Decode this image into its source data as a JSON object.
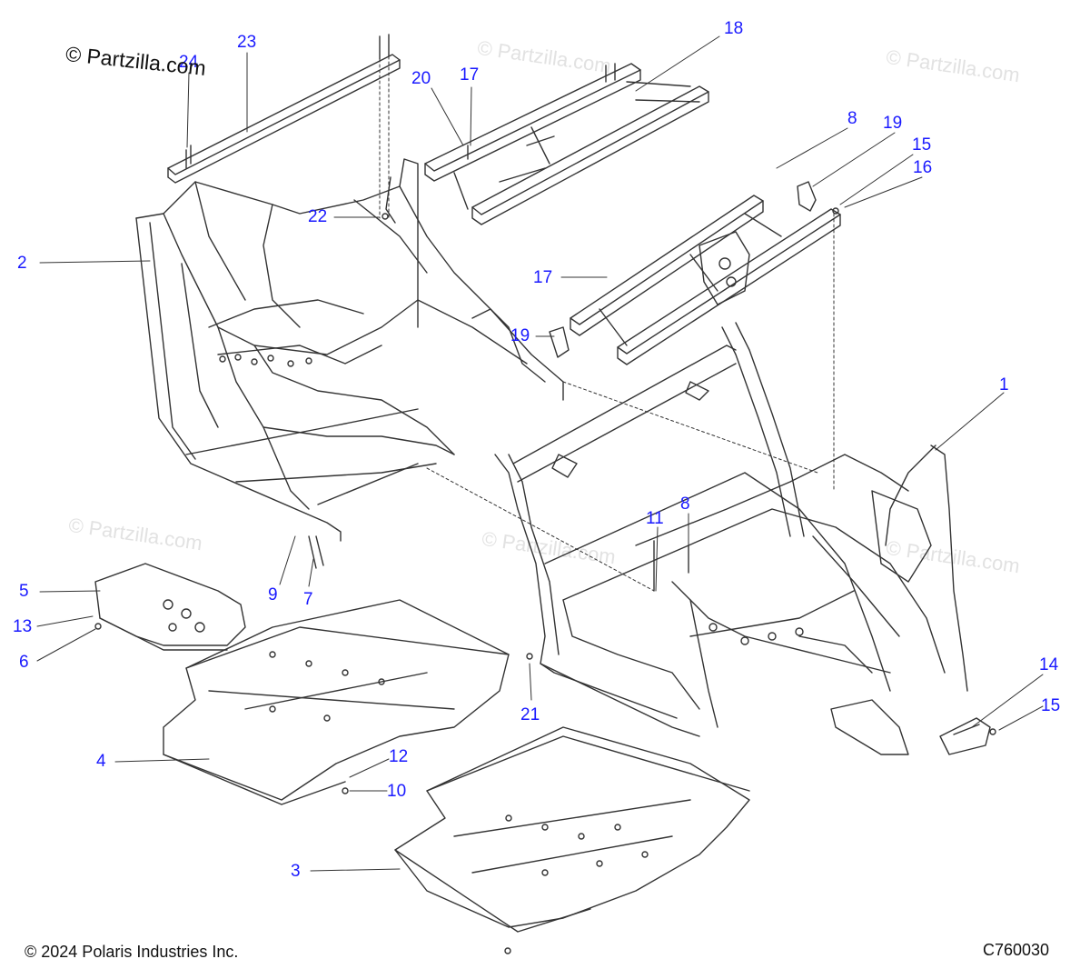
{
  "watermark_brand": "© Partzilla.com",
  "copyright": "© 2024 Polaris Industries Inc.",
  "diagram_code": "C760030",
  "callout_color": "#1a1aff",
  "line_color": "#333333",
  "callouts": [
    {
      "id": "c1",
      "text": "1"
    },
    {
      "id": "c2",
      "text": "2"
    },
    {
      "id": "c3",
      "text": "3"
    },
    {
      "id": "c4",
      "text": "4"
    },
    {
      "id": "c5",
      "text": "5"
    },
    {
      "id": "c6",
      "text": "6"
    },
    {
      "id": "c7",
      "text": "7"
    },
    {
      "id": "c8a",
      "text": "8"
    },
    {
      "id": "c8b",
      "text": "8"
    },
    {
      "id": "c9",
      "text": "9"
    },
    {
      "id": "c10",
      "text": "10"
    },
    {
      "id": "c11",
      "text": "11"
    },
    {
      "id": "c12",
      "text": "12"
    },
    {
      "id": "c13",
      "text": "13"
    },
    {
      "id": "c14",
      "text": "14"
    },
    {
      "id": "c15a",
      "text": "15"
    },
    {
      "id": "c15b",
      "text": "15"
    },
    {
      "id": "c16",
      "text": "16"
    },
    {
      "id": "c17a",
      "text": "17"
    },
    {
      "id": "c17b",
      "text": "17"
    },
    {
      "id": "c18",
      "text": "18"
    },
    {
      "id": "c19a",
      "text": "19"
    },
    {
      "id": "c19b",
      "text": "19"
    },
    {
      "id": "c20",
      "text": "20"
    },
    {
      "id": "c21",
      "text": "21"
    },
    {
      "id": "c22",
      "text": "22"
    },
    {
      "id": "c23",
      "text": "23"
    },
    {
      "id": "c24",
      "text": "24"
    }
  ]
}
